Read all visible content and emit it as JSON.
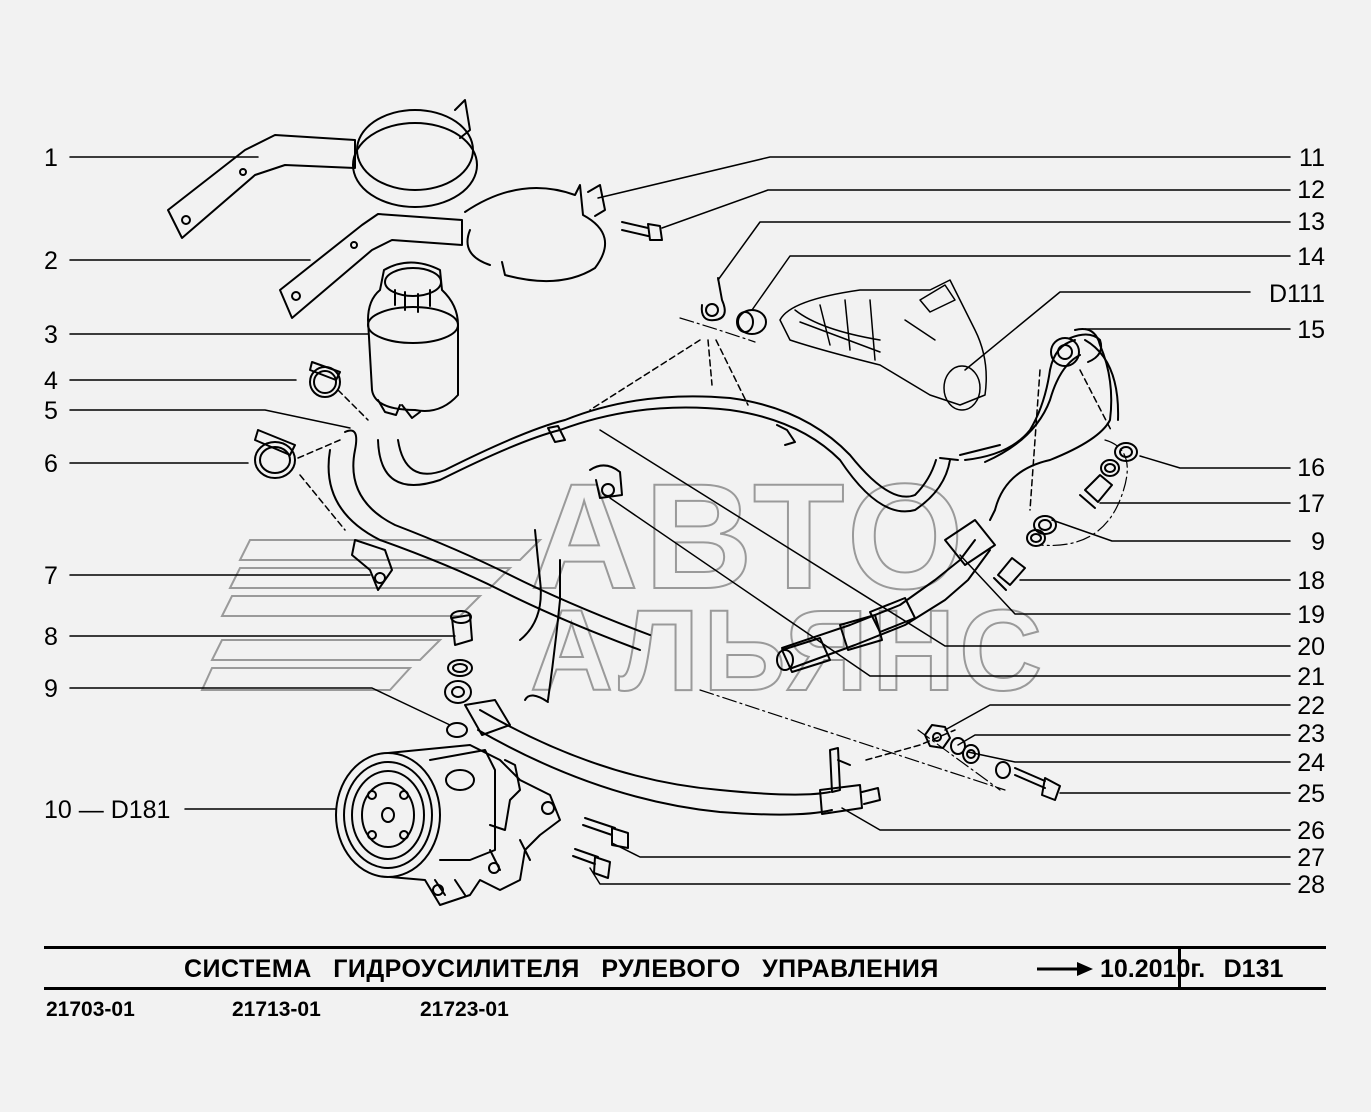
{
  "callouts_left": [
    {
      "id": "1",
      "text": "1"
    },
    {
      "id": "2",
      "text": "2"
    },
    {
      "id": "3",
      "text": "3"
    },
    {
      "id": "4",
      "text": "4"
    },
    {
      "id": "5",
      "text": "5"
    },
    {
      "id": "6",
      "text": "6"
    },
    {
      "id": "7",
      "text": "7"
    },
    {
      "id": "8",
      "text": "8"
    },
    {
      "id": "9a",
      "text": "9"
    },
    {
      "id": "10",
      "text": "10 — D181"
    }
  ],
  "callouts_right": [
    {
      "id": "11",
      "text": "11"
    },
    {
      "id": "12",
      "text": "12"
    },
    {
      "id": "13",
      "text": "13"
    },
    {
      "id": "14",
      "text": "14"
    },
    {
      "id": "d111",
      "text": "D111"
    },
    {
      "id": "15",
      "text": "15"
    },
    {
      "id": "16",
      "text": "16"
    },
    {
      "id": "17",
      "text": "17"
    },
    {
      "id": "9b",
      "text": "9"
    },
    {
      "id": "18",
      "text": "18"
    },
    {
      "id": "19",
      "text": "19"
    },
    {
      "id": "20",
      "text": "20"
    },
    {
      "id": "21",
      "text": "21"
    },
    {
      "id": "22",
      "text": "22"
    },
    {
      "id": "23",
      "text": "23"
    },
    {
      "id": "24",
      "text": "24"
    },
    {
      "id": "25",
      "text": "25"
    },
    {
      "id": "26",
      "text": "26"
    },
    {
      "id": "27",
      "text": "27"
    },
    {
      "id": "28",
      "text": "28"
    }
  ],
  "watermark": {
    "line1": "АВТО",
    "line2": "АЛЬЯНС"
  },
  "title": {
    "text": "СИСТЕМА ГИДРОУСИЛИТЕЛЯ РУЛЕВОГО УПРАВЛЕНИЯ",
    "date": "10.2010г.",
    "page_code": "D131"
  },
  "model_codes": [
    "21703-01",
    "21713-01",
    "21723-01"
  ],
  "colors": {
    "background": "#f2f2f2",
    "line": "#000000",
    "watermark": "#9a9a9a"
  }
}
